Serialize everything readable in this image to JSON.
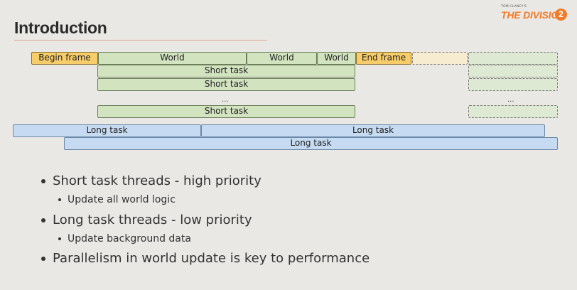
{
  "slide": {
    "title": "Introduction",
    "logo": {
      "small_text": "TOM CLANCY'S",
      "main_text": "THE DIVISION",
      "number": "2"
    }
  },
  "diagram": {
    "frame": {
      "begin_label": "Begin frame",
      "world_labels": [
        "World",
        "World",
        "World"
      ],
      "end_label": "End frame"
    },
    "short_tasks": {
      "label": "Short task",
      "ellipsis": "...",
      "right_ellipsis": "..."
    },
    "long_tasks": {
      "label": "Long task"
    }
  },
  "bullets": [
    {
      "text": "Short task threads - high priority",
      "sub": [
        "Update all world logic"
      ]
    },
    {
      "text": "Long task threads - low priority",
      "sub": [
        "Update background data"
      ]
    },
    {
      "text": "Parallelism in world update is key to performance",
      "sub": []
    }
  ],
  "colors": {
    "frame_yellow": "#f7cd6a",
    "short_green": "#d2e3c0",
    "long_blue": "#c6dbf1",
    "accent_orange": "#f07c2a"
  }
}
